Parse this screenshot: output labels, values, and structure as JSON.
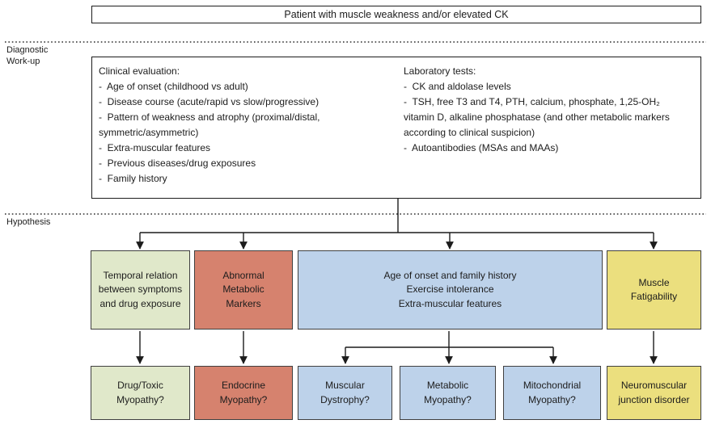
{
  "colors": {
    "line": "#1c1c1c",
    "box_border": "#1c1c1c",
    "colored_border": "#404040",
    "green": "#e0e8ca",
    "red": "#d6826e",
    "blue": "#bdd2ea",
    "yellow": "#ebdf7e"
  },
  "top_box": {
    "label": "Patient with muscle weakness and/or elevated CK"
  },
  "section_labels": {
    "workup": "Diagnostic\nWork-up",
    "hypothesis": "Hypothesis"
  },
  "workup_box": {
    "clinical": {
      "heading": "Clinical evaluation:",
      "items": [
        "-  Age of onset (childhood vs adult)",
        "-  Disease course (acute/rapid vs slow/progressive)",
        "-  Pattern of weakness and atrophy (proximal/distal, symmetric/asymmetric)",
        "-  Extra-muscular features",
        "-  Previous diseases/drug exposures",
        "-  Family history"
      ]
    },
    "laboratory": {
      "heading": "Laboratory tests:",
      "items": [
        "-  CK and aldolase levels",
        "-  TSH, free T3 and T4, PTH, calcium, phosphate, 1,25-OH₂ vitamin D, alkaline phosphatase (and other metabolic markers according to clinical suspicion)",
        "-  Autoantibodies (MSAs and MAAs)"
      ]
    }
  },
  "hypothesis_row": {
    "temporal": {
      "label": "Temporal relation\nbetween symptoms\nand drug exposure",
      "bg": "#e0e8ca"
    },
    "metabolic_markers": {
      "label": "Abnormal\nMetabolic\nMarkers",
      "bg": "#d6826e"
    },
    "onset_family": {
      "label": "Age of onset and family history\nExercise intolerance\nExtra-muscular features",
      "bg": "#bdd2ea"
    },
    "fatigability": {
      "label": "Muscle\nFatigability",
      "bg": "#ebdf7e"
    }
  },
  "outcome_row": {
    "drug_toxic": {
      "label": "Drug/Toxic\nMyopathy?",
      "bg": "#e0e8ca"
    },
    "endocrine": {
      "label": "Endocrine\nMyopathy?",
      "bg": "#d6826e"
    },
    "dystrophy": {
      "label": "Muscular\nDystrophy?",
      "bg": "#bdd2ea"
    },
    "metabolic": {
      "label": "Metabolic\nMyopathy?",
      "bg": "#bdd2ea"
    },
    "mitochondrial": {
      "label": "Mitochondrial\nMyopathy?",
      "bg": "#bdd2ea"
    },
    "neuromuscular": {
      "label": "Neuromuscular\njunction disorder",
      "bg": "#ebdf7e"
    }
  }
}
